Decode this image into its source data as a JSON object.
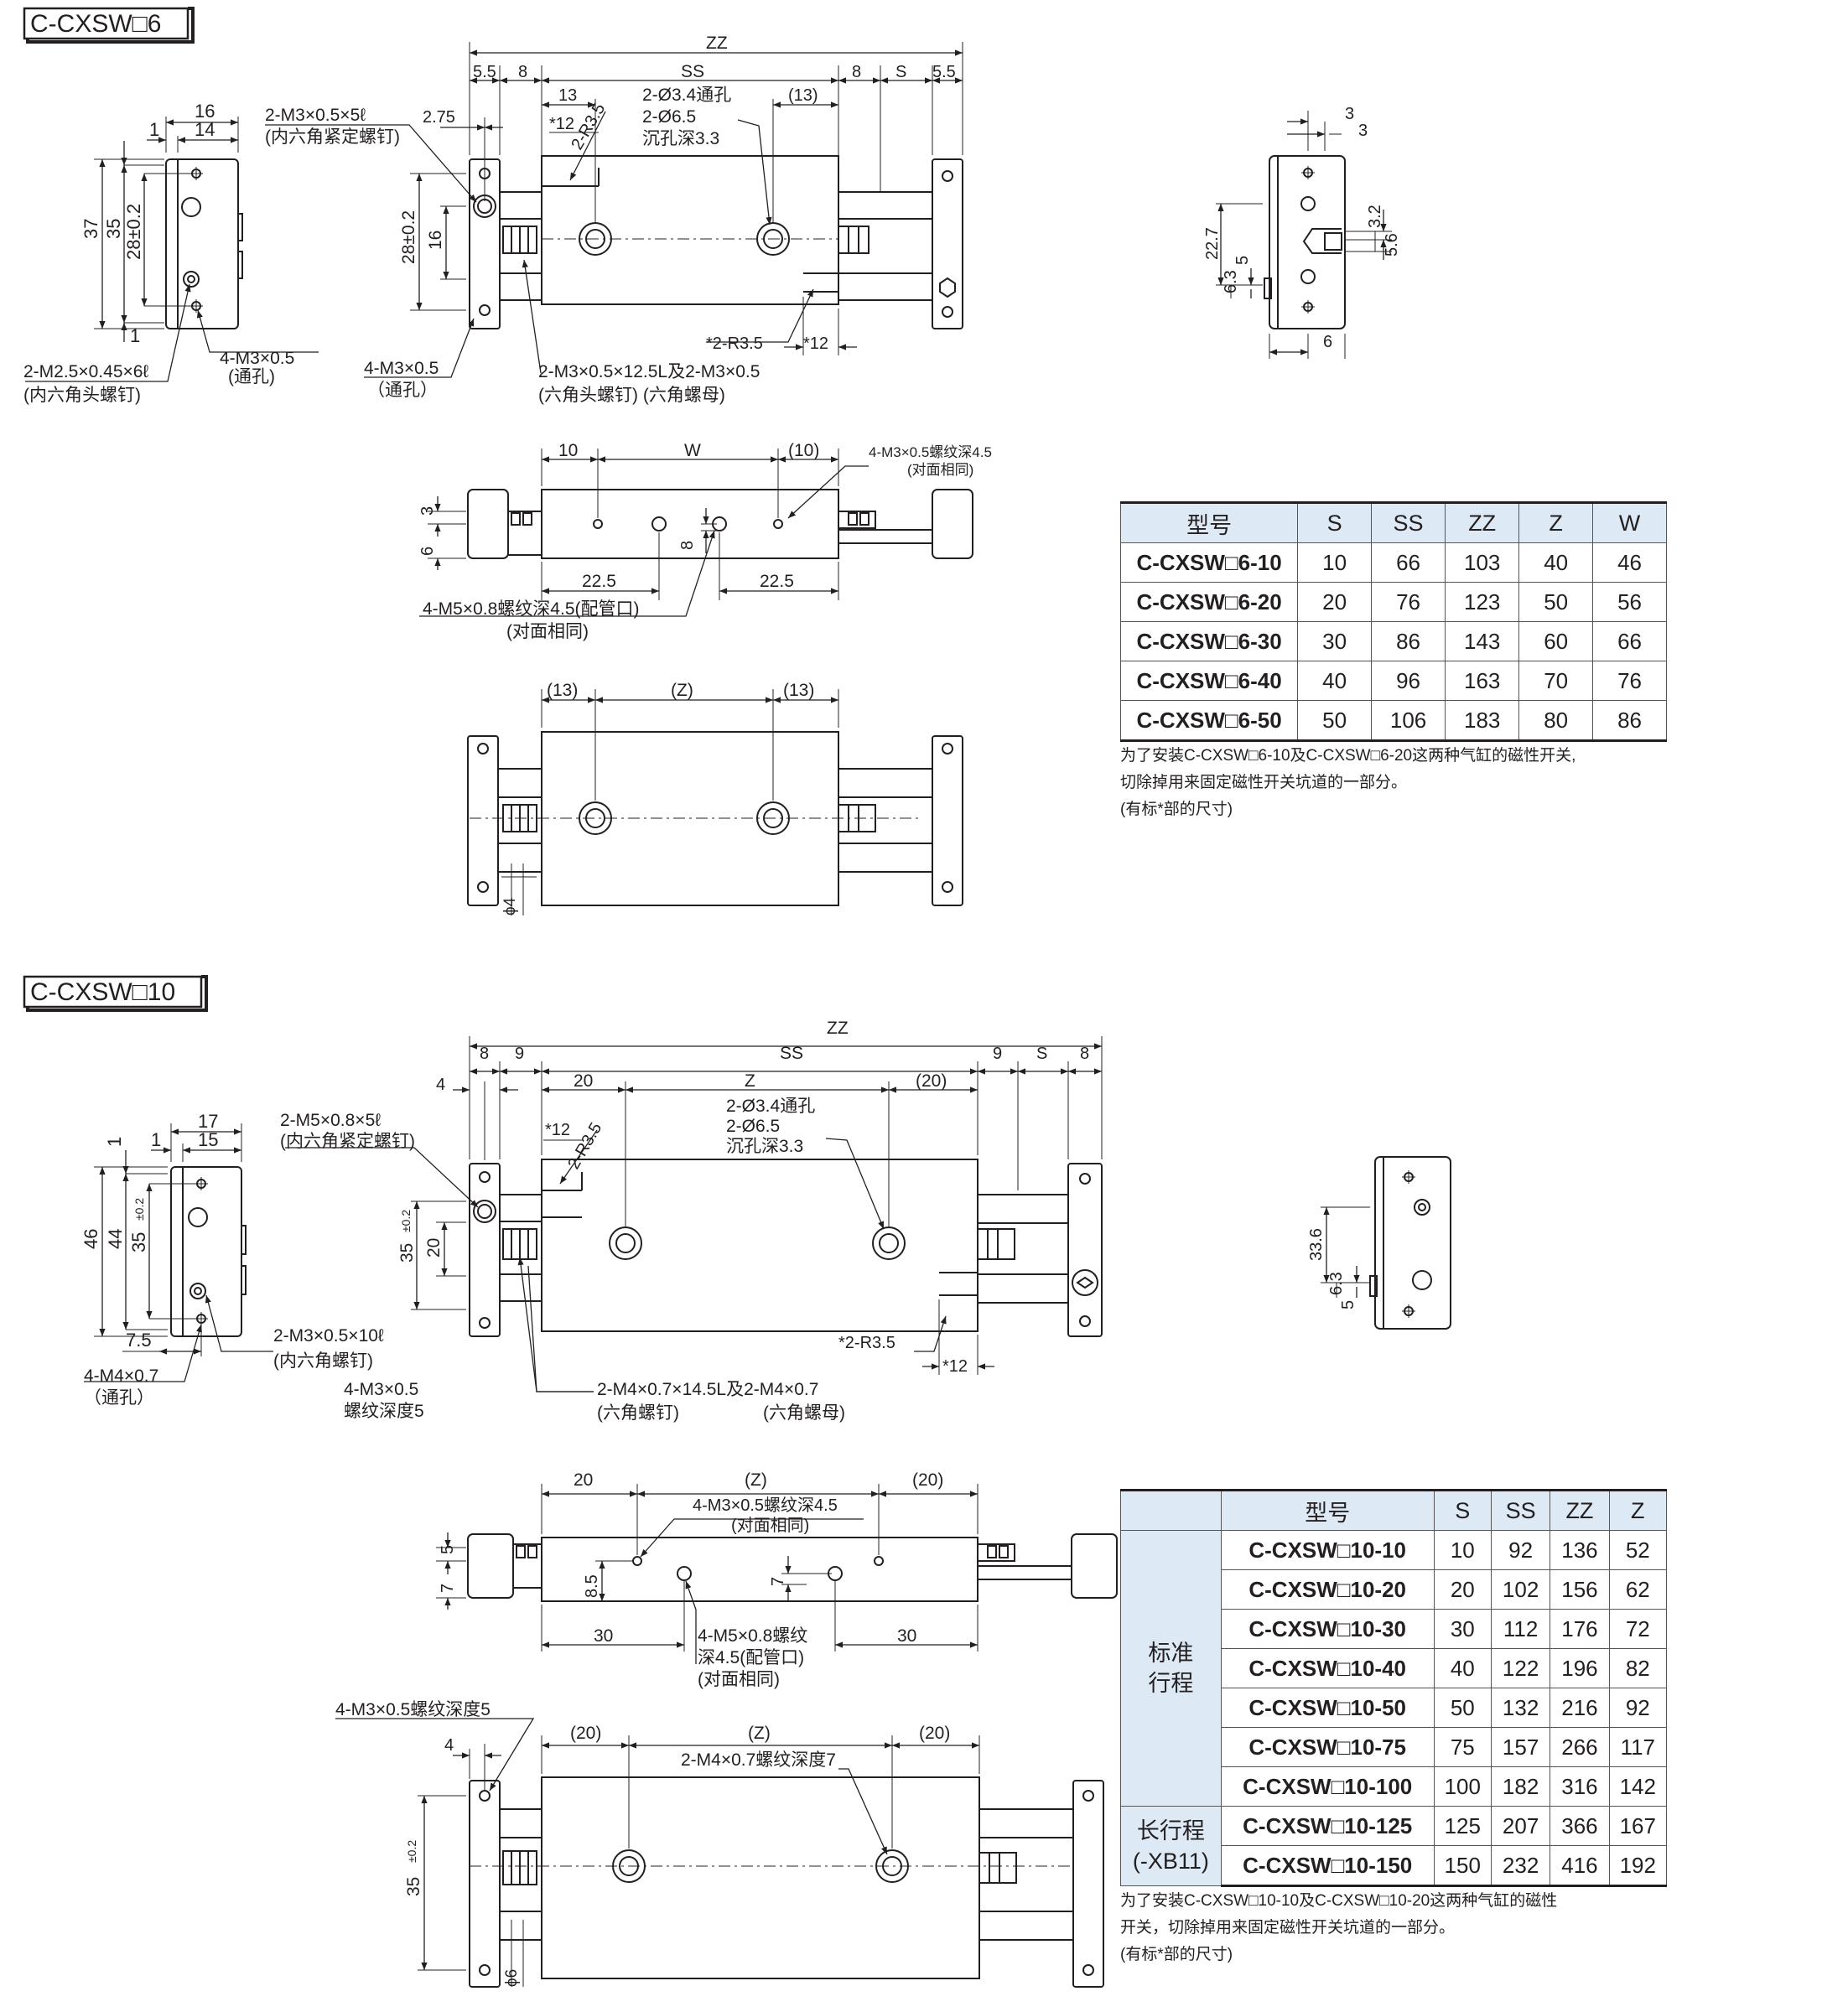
{
  "sections": [
    {
      "title": "C-CXSW□6",
      "front": {
        "dims": [
          "16",
          "14",
          "1",
          "37",
          "35",
          "28±0.2",
          "1"
        ],
        "callouts": [
          "2-M2.5×0.45×6ℓ",
          "(内六角头螺钉)",
          "4-M3×0.5",
          "(通孔)"
        ]
      },
      "top": {
        "dims_top": [
          "ZZ",
          "5.5",
          "8",
          "SS",
          "8",
          "S",
          "5.5",
          "13",
          "(13)",
          "2.75",
          "*12",
          "2-R3.5"
        ],
        "dims_left": [
          "28±0.2",
          "16"
        ],
        "callouts": [
          "2-M3×0.5×5ℓ",
          "(内六角紧定螺钉)",
          "2-Ø3.4通孔",
          "2-Ø6.5",
          "沉孔深3.3",
          "*2-R3.5",
          "*12",
          "4-M3×0.5",
          "（通孔）",
          "2-M3×0.5×12.5L及2-M3×0.5",
          "(六角头螺钉) (六角螺母)"
        ]
      },
      "end": {
        "dims": [
          "3",
          "3",
          "22.7",
          "5",
          "6.3",
          "3.2",
          "5.6",
          "6"
        ]
      },
      "side": {
        "dims": [
          "10",
          "W",
          "(10)",
          "3",
          "6",
          "8",
          "22.5",
          "22.5"
        ],
        "callouts": [
          "4-M3×0.5螺纹深4.5",
          "(对面相同)",
          "4-M5×0.8螺纹深4.5(配管口)",
          "(对面相同)"
        ]
      },
      "bottom": {
        "dims": [
          "(13)",
          "(Z)",
          "(13)",
          "ϕ4"
        ]
      }
    },
    {
      "title": "C-CXSW□10",
      "front": {
        "dims": [
          "17",
          "15",
          "1",
          "1",
          "46",
          "44",
          "35",
          "±0.2",
          "7.5"
        ],
        "callouts": [
          "2-M3×0.5×10ℓ",
          "(内六角螺钉)",
          "4-M4×0.7",
          "（通孔）"
        ]
      },
      "top": {
        "dims_top": [
          "ZZ",
          "8",
          "9",
          "SS",
          "9",
          "S",
          "8",
          "4",
          "20",
          "Z",
          "(20)",
          "*12",
          "2-R3.5"
        ],
        "dims_left": [
          "35",
          "±0.2",
          "20"
        ],
        "callouts": [
          "2-M5×0.8×5ℓ",
          "(内六角紧定螺钉)",
          "2-Ø3.4通孔",
          "2-Ø6.5",
          "沉孔深3.3",
          "*2-R3.5",
          "*12",
          "4-M3×0.5",
          "螺纹深度5",
          "2-M4×0.7×14.5L及2-M4×0.7",
          "(六角螺钉)",
          "(六角螺母)"
        ]
      },
      "end": {
        "dims": [
          "33.6",
          "6.3",
          "5"
        ]
      },
      "side": {
        "dims": [
          "20",
          "(Z)",
          "(20)",
          "5",
          "7",
          "8.5",
          "7",
          "30",
          "30"
        ],
        "callouts": [
          "4-M3×0.5螺纹深4.5",
          "(对面相同)",
          "4-M5×0.8螺纹",
          "深4.5(配管口)",
          "(对面相同)"
        ]
      },
      "bottom": {
        "dims": [
          "4",
          "(20)",
          "(Z)",
          "(20)",
          "35",
          "±0.2",
          "ϕ6"
        ],
        "callouts": [
          "4-M3×0.5螺纹深度5",
          "2-M4×0.7螺纹深度7"
        ]
      }
    }
  ],
  "table6": {
    "headers": [
      "型号",
      "S",
      "SS",
      "ZZ",
      "Z",
      "W"
    ],
    "rows": [
      [
        "C-CXSW□6-10",
        "10",
        "66",
        "103",
        "40",
        "46"
      ],
      [
        "C-CXSW□6-20",
        "20",
        "76",
        "123",
        "50",
        "56"
      ],
      [
        "C-CXSW□6-30",
        "30",
        "86",
        "143",
        "60",
        "66"
      ],
      [
        "C-CXSW□6-40",
        "40",
        "96",
        "163",
        "70",
        "76"
      ],
      [
        "C-CXSW□6-50",
        "50",
        "106",
        "183",
        "80",
        "86"
      ]
    ],
    "notes": [
      "为了安装C-CXSW□6-10及C-CXSW□6-20这两种气缸的磁性开关,",
      "切除掉用来固定磁性开关坑道的一部分。",
      "(有标*部的尺寸)"
    ]
  },
  "table10": {
    "headers": [
      "型号",
      "S",
      "SS",
      "ZZ",
      "Z"
    ],
    "group_standard": [
      "标准",
      "行程"
    ],
    "group_long": [
      "长行程",
      "(-XB11)"
    ],
    "rows": [
      [
        "C-CXSW□10-10",
        "10",
        "92",
        "136",
        "52"
      ],
      [
        "C-CXSW□10-20",
        "20",
        "102",
        "156",
        "62"
      ],
      [
        "C-CXSW□10-30",
        "30",
        "112",
        "176",
        "72"
      ],
      [
        "C-CXSW□10-40",
        "40",
        "122",
        "196",
        "82"
      ],
      [
        "C-CXSW□10-50",
        "50",
        "132",
        "216",
        "92"
      ],
      [
        "C-CXSW□10-75",
        "75",
        "157",
        "266",
        "117"
      ],
      [
        "C-CXSW□10-100",
        "100",
        "182",
        "316",
        "142"
      ],
      [
        "C-CXSW□10-125",
        "125",
        "207",
        "366",
        "167"
      ],
      [
        "C-CXSW□10-150",
        "150",
        "232",
        "416",
        "192"
      ]
    ],
    "notes": [
      "为了安装C-CXSW□10-10及C-CXSW□10-20这两种气缸的磁性",
      "开关，切除掉用来固定磁性开关坑道的一部分。",
      "(有标*部的尺寸)"
    ]
  }
}
